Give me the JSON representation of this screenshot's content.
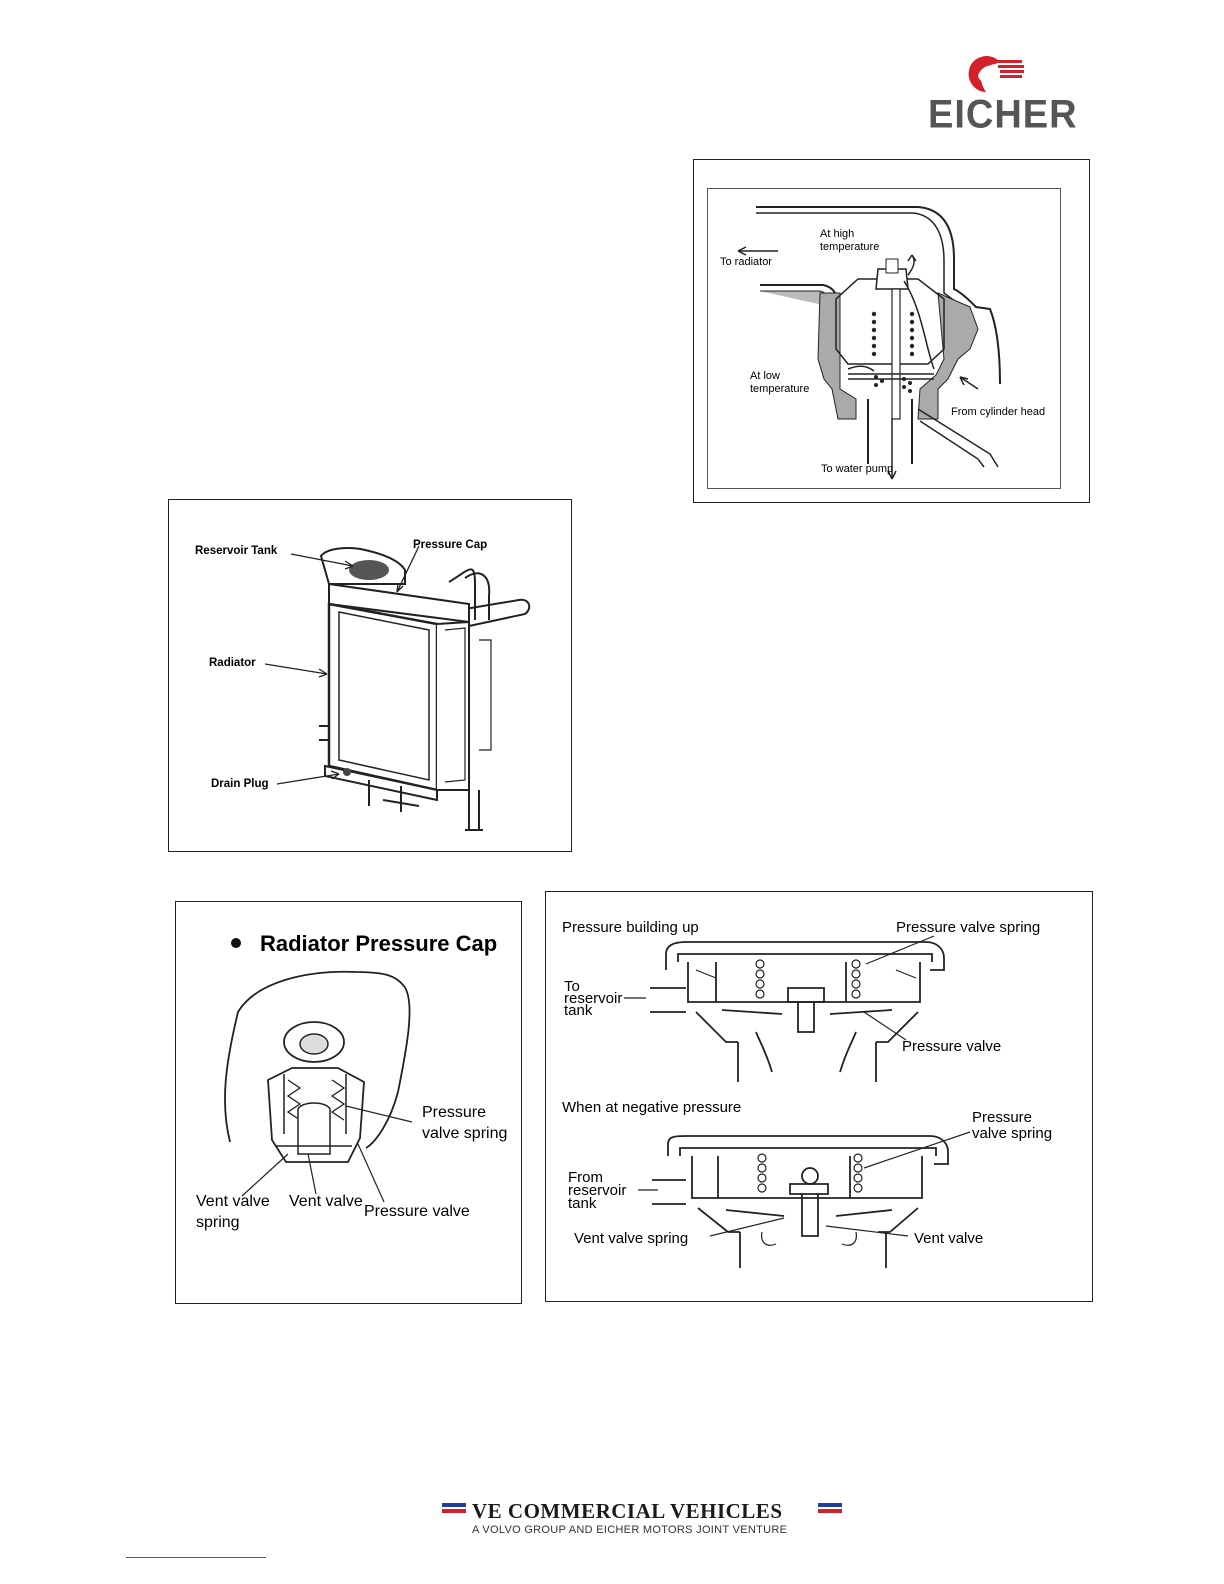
{
  "header": {
    "logo_text": "EICHER"
  },
  "thermostat_figure": {
    "labels": {
      "to_radiator": "To radiator",
      "at_high_temp_1": "At high",
      "at_high_temp_2": "temperature",
      "at_low_temp_1": "At low",
      "at_low_temp_2": "temperature",
      "from_cylinder_head": "From cylinder head",
      "to_water_pump": "To water pump"
    }
  },
  "radiator_figure": {
    "labels": {
      "reservoir_tank": "Reservoir Tank",
      "pressure_cap": "Pressure Cap",
      "radiator": "Radiator",
      "drain_plug": "Drain Plug"
    }
  },
  "pressure_cap_figure": {
    "title": "Radiator Pressure Cap",
    "labels": {
      "pressure_valve_spring_1": "Pressure",
      "pressure_valve_spring_2": "valve spring",
      "vent_valve_spring_1": "Vent valve",
      "vent_valve_spring_2": "spring",
      "vent_valve": "Vent valve",
      "pressure_valve": "Pressure valve"
    }
  },
  "cap_operation_figure": {
    "top": {
      "heading": "Pressure building up",
      "pressure_valve_spring": "Pressure valve spring",
      "to_1": "To",
      "to_2": "reservoir",
      "to_3": "tank",
      "pressure_valve": "Pressure valve"
    },
    "bottom": {
      "heading": "When at negative pressure",
      "pressure_valve_spring_1": "Pressure",
      "pressure_valve_spring_2": "valve spring",
      "from_1": "From",
      "from_2": "reservoir",
      "from_3": "tank",
      "vent_valve_spring": "Vent valve spring",
      "vent_valve": "Vent valve"
    }
  },
  "footer": {
    "brand": "VE COMMERCIAL VEHICLES",
    "tagline": "A VOLVO GROUP AND EICHER MOTORS JOINT VENTURE"
  },
  "colors": {
    "logo_red": "#d3202a",
    "logo_grey": "#555555",
    "flag_blue": "#1f3f9a",
    "flag_red": "#d3202a"
  }
}
